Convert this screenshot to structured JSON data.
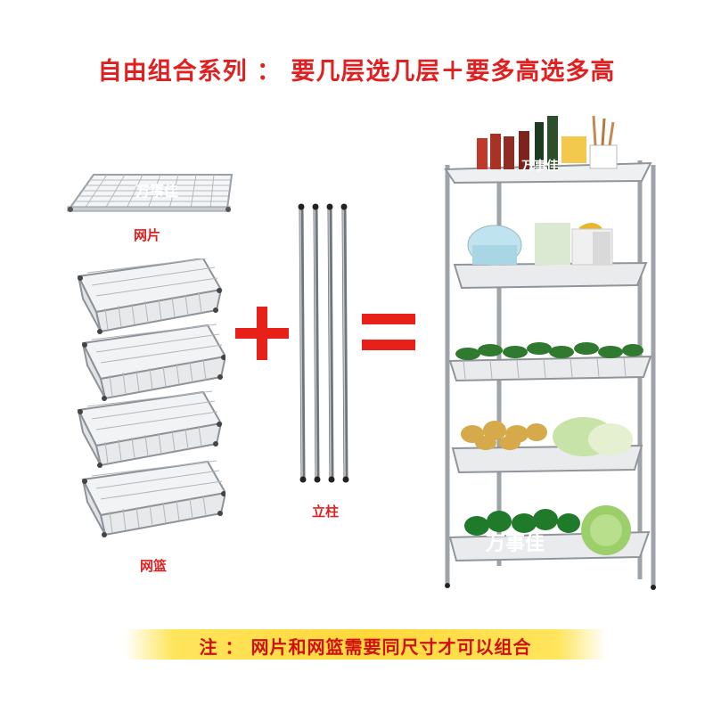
{
  "headline": "自由组合系列 ： 要几层选几层＋要多高选多高",
  "labels": {
    "wire_shelf": "网片",
    "wire_basket": "网篮",
    "pole": "立柱"
  },
  "watermark": "万事佳",
  "note": "注 ： 网片和网篮需要同尺寸才可以组合",
  "colors": {
    "accent_red": "#e02020",
    "note_highlight": "#ffd83a",
    "chrome": "#b8bcc0"
  }
}
